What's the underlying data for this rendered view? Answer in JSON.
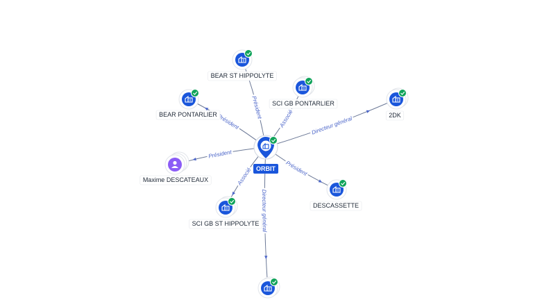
{
  "colors": {
    "company_blue": "#1a56db",
    "check_green": "#10a35a",
    "person_purple": "#8b5cf6",
    "edge": "#6b7896",
    "edge_label": "#4a64c8"
  },
  "center": {
    "label": "ORBIT",
    "icon": "building-icon",
    "verified": true
  },
  "nodes": [
    {
      "id": "bear-st-hippolyte",
      "label": "BEAR ST HIPPOLYTE",
      "type": "company",
      "stack": 1,
      "verified": true,
      "relation": "Président"
    },
    {
      "id": "sci-gb-pontarlier",
      "label": "SCI GB PONTARLIER",
      "type": "company",
      "stack": 2,
      "verified": true,
      "relation": "Associé"
    },
    {
      "id": "2dk",
      "label": "2DK",
      "type": "company",
      "stack": 2,
      "verified": true,
      "relation": "Directeur général"
    },
    {
      "id": "bear-pontarlier",
      "label": "BEAR PONTARLIER",
      "type": "company",
      "stack": 1,
      "verified": true,
      "relation": "Président"
    },
    {
      "id": "maxime-descateaux",
      "label": "Maxime DESCATEAUX",
      "type": "person",
      "stack": 3,
      "verified": false,
      "relation": "Président"
    },
    {
      "id": "descassette",
      "label": "DESCASSETTE",
      "type": "company",
      "stack": 1,
      "verified": true,
      "relation": "Président"
    },
    {
      "id": "sci-gb-st-hippolyte",
      "label": "SCI GB ST HIPPOLYTE",
      "type": "company",
      "stack": 2,
      "verified": true,
      "relation": "Associé"
    },
    {
      "id": "bottom-company",
      "label": "",
      "type": "company",
      "stack": 2,
      "verified": true,
      "relation": "Directeur général"
    }
  ]
}
